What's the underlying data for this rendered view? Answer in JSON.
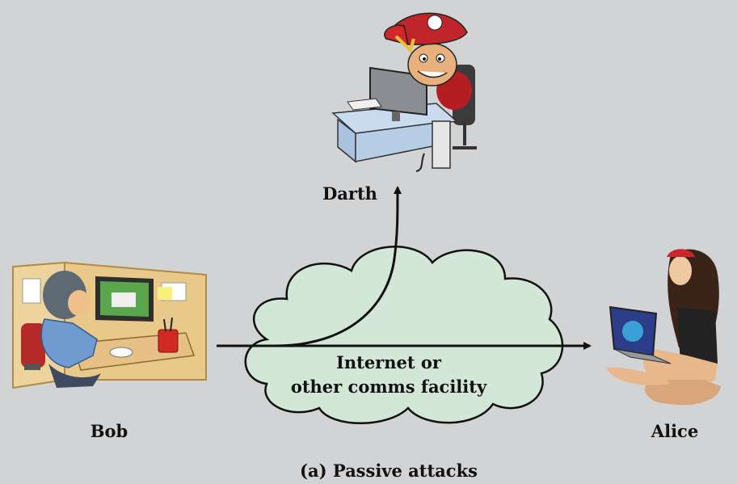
{
  "actors": {
    "darth": {
      "label": "Darth"
    },
    "bob": {
      "label": "Bob"
    },
    "alice": {
      "label": "Alice"
    }
  },
  "network": {
    "label_line1": "Internet or",
    "label_line2": "other comms facility"
  },
  "caption": "(a) Passive attacks",
  "colors": {
    "background": "#d2d3d5",
    "cloud_fill": "#d3e7d7",
    "line": "#111111"
  }
}
